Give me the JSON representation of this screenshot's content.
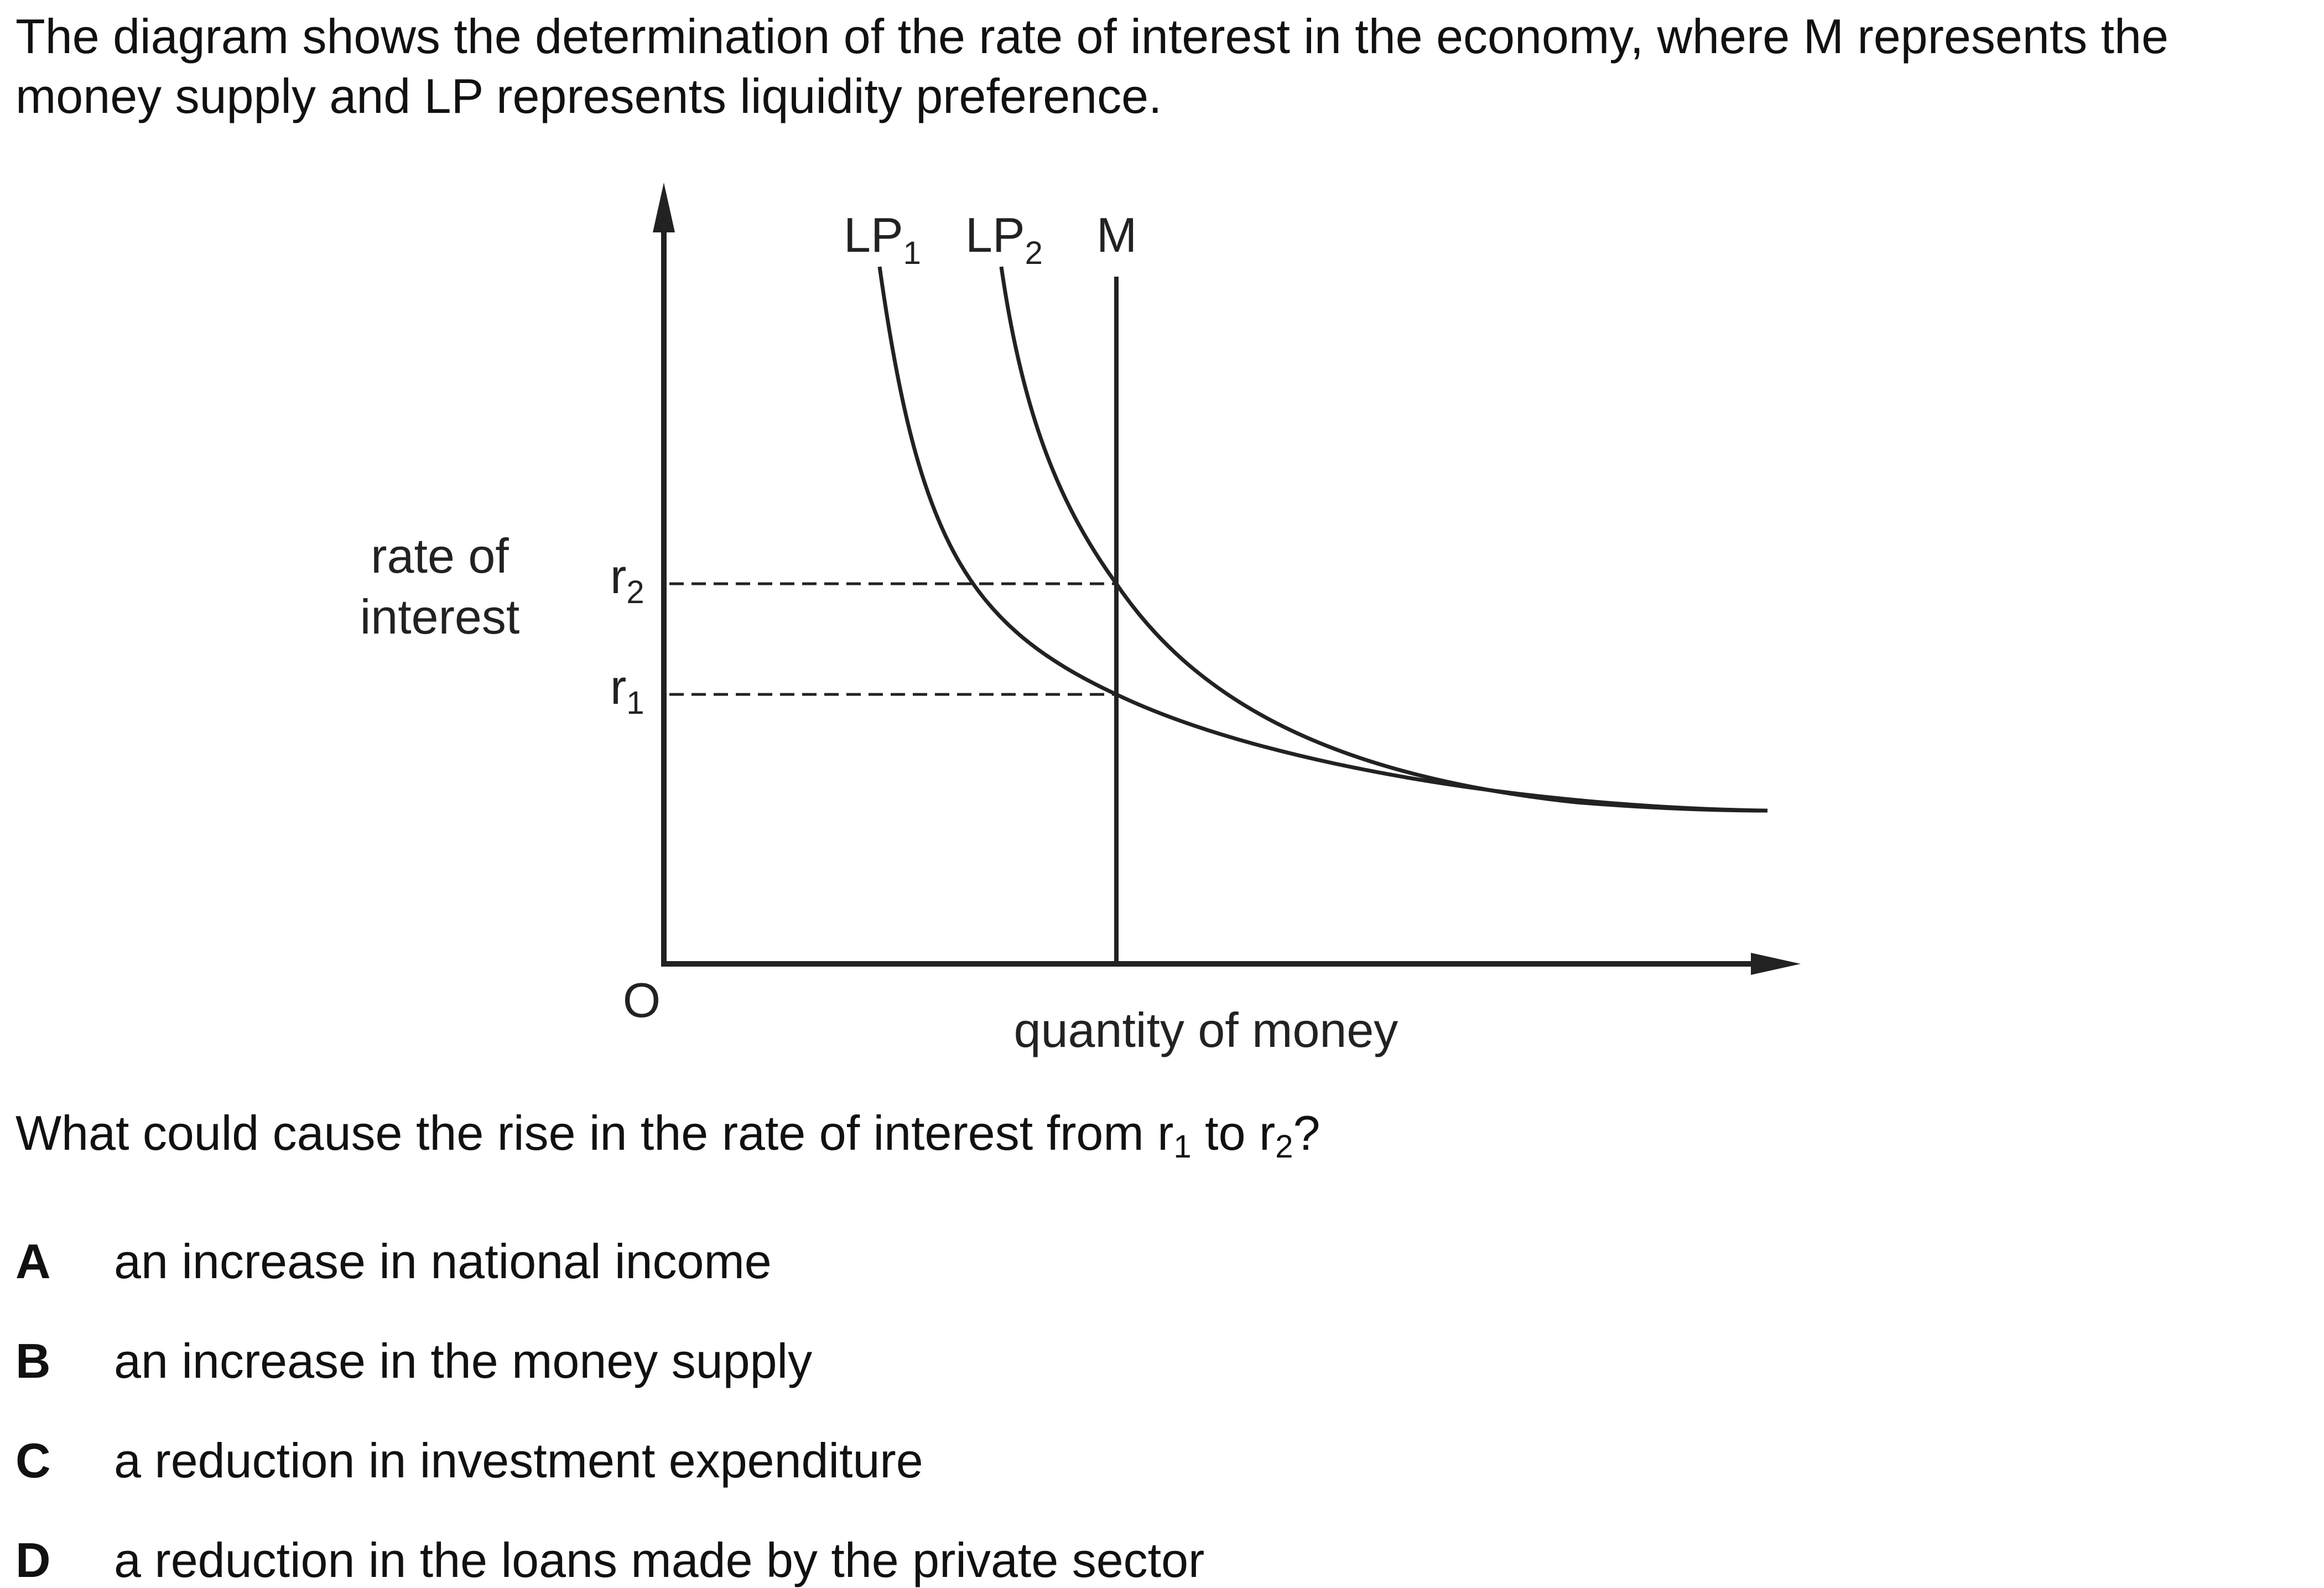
{
  "intro_text": "The diagram shows the determination of the rate of interest in the economy, where M represents the money supply and LP represents liquidity preference.",
  "diagram": {
    "y_axis_label_line1": "rate of",
    "y_axis_label_line2": "interest",
    "x_axis_label": "quantity of money",
    "origin_label": "O",
    "curves": [
      {
        "id": "lp1",
        "label_main": "LP",
        "label_sub": "1"
      },
      {
        "id": "lp2",
        "label_main": "LP",
        "label_sub": "2"
      },
      {
        "id": "m",
        "label_main": "M",
        "label_sub": ""
      }
    ],
    "r_levels": [
      {
        "id": "r2",
        "main": "r",
        "sub": "2"
      },
      {
        "id": "r1",
        "main": "r",
        "sub": "1"
      }
    ]
  },
  "question": {
    "before": "What could cause the rise in the rate of interest from r",
    "sub1": "1",
    "middle": " to r",
    "sub2": "2",
    "after": "?"
  },
  "options": [
    {
      "letter": "A",
      "text": "an increase in national income"
    },
    {
      "letter": "B",
      "text": "an increase in the money supply"
    },
    {
      "letter": "C",
      "text": "a reduction in investment expenditure"
    },
    {
      "letter": "D",
      "text": "a reduction in the loans made by the private sector"
    }
  ]
}
